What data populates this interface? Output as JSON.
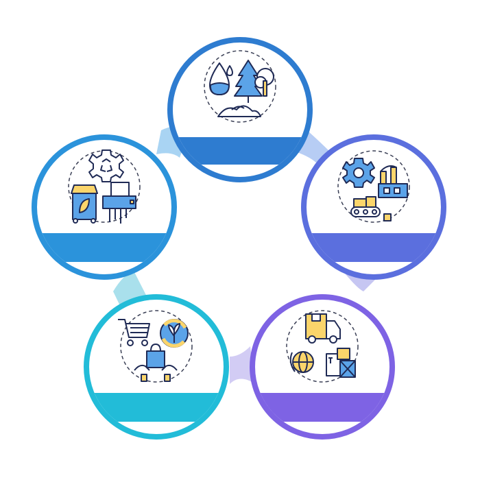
{
  "diagram": {
    "type": "circular-cycle",
    "stages": [
      {
        "id": "raw-materials",
        "icon": "raw-materials-icon",
        "color": "#2E7CD0",
        "label": ""
      },
      {
        "id": "manufacturing",
        "icon": "factory-icon",
        "color": "#5B6FDE",
        "label": ""
      },
      {
        "id": "distribution",
        "icon": "shipping-icon",
        "color": "#7E63E4",
        "label": ""
      },
      {
        "id": "consumption",
        "icon": "shopping-icon",
        "color": "#22BCD8",
        "label": ""
      },
      {
        "id": "recycling",
        "icon": "recycling-icon",
        "color": "#2B93DB",
        "label": ""
      }
    ],
    "connectors": [
      {
        "from": "raw-materials",
        "to": "manufacturing"
      },
      {
        "from": "manufacturing",
        "to": "distribution"
      },
      {
        "from": "distribution",
        "to": "consumption"
      },
      {
        "from": "consumption",
        "to": "recycling"
      },
      {
        "from": "recycling",
        "to": "raw-materials"
      }
    ]
  },
  "colors": {
    "icon_outline": "#1f2a55",
    "icon_blue": "#5ba3e8",
    "icon_yellow": "#fbd56b",
    "dashed_ring": "#3a3f55"
  }
}
